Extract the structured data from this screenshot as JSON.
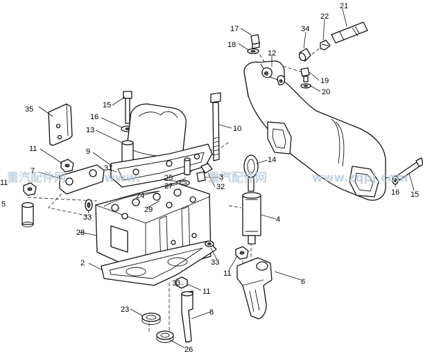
{
  "watermark": {
    "text_left": "重汽配件网",
    "text_mid1": "www.",
    "text_mid2": "重汽配件网",
    "text_right": "www.zqpj.com"
  },
  "callouts": {
    "c2": "2",
    "c3": "3",
    "c4": "4",
    "c5": "5",
    "c6": "6",
    "c7": "7",
    "c8": "8",
    "c9": "9",
    "c10": "10",
    "c11a": "11",
    "c11b": "11",
    "c11c": "11",
    "c11d": "11",
    "c12": "12",
    "c13": "13",
    "c14": "14",
    "c15a": "15",
    "c15b": "15",
    "c16a": "16",
    "c16b": "16",
    "c17": "17",
    "c18": "18",
    "c19": "19",
    "c20": "20",
    "c21": "21",
    "c22": "22",
    "c23": "23",
    "c24": "24",
    "c25": "25",
    "c26": "26",
    "c27": "27",
    "c28": "28",
    "c29": "29",
    "c31": "31",
    "c32": "32",
    "c33a": "33",
    "c33b": "33",
    "c33c": "33",
    "c34": "34",
    "c35": "35"
  }
}
